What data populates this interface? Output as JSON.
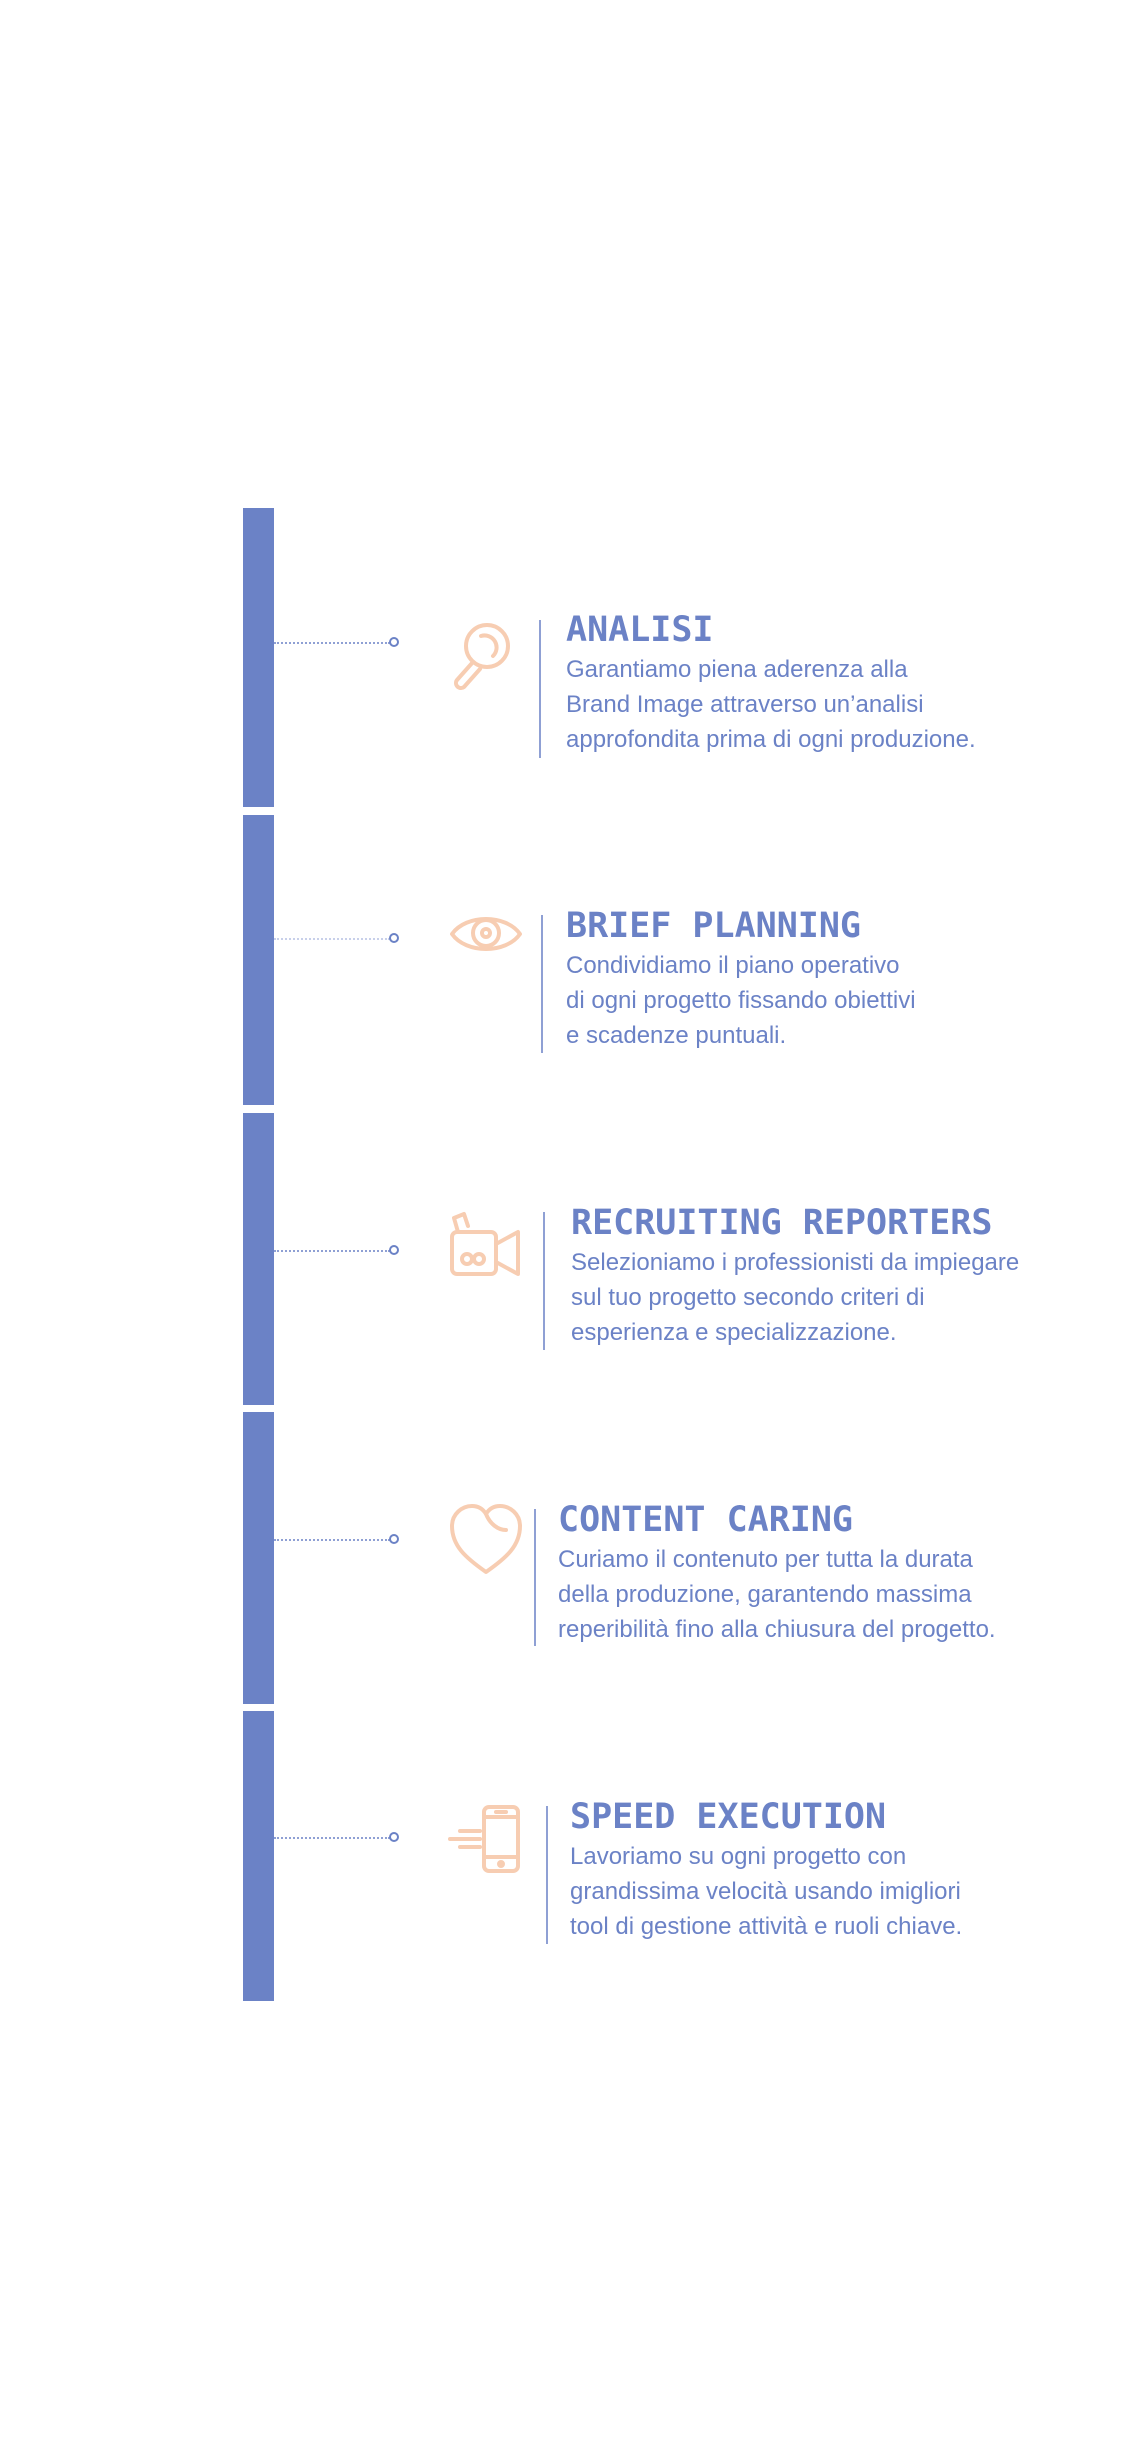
{
  "colors": {
    "bar": "#6b82c6",
    "text": "#6b82c6",
    "icon": "#f7cdb2",
    "connector": "#8fa0d4"
  },
  "steps": [
    {
      "icon": "magnifier-icon",
      "title": "ANALISI",
      "lines": [
        "Garantiamo piena aderenza alla",
        "Brand Image attraverso un’analisi",
        "approfondita prima di ogni produzione."
      ]
    },
    {
      "icon": "eye-icon",
      "title": "BRIEF PLANNING",
      "lines": [
        "Condividiamo il piano operativo",
        "di ogni progetto fissando obiettivi",
        "e scadenze puntuali."
      ]
    },
    {
      "icon": "video-camera-icon",
      "title": "RECRUITING REPORTERS",
      "lines": [
        "Selezioniamo i professionisti da impiegare",
        "sul tuo progetto secondo criteri di",
        "esperienza e specializzazione."
      ]
    },
    {
      "icon": "heart-icon",
      "title": "CONTENT CARING",
      "lines": [
        "Curiamo il contenuto per tutta la durata",
        "della produzione, garantendo massima",
        "reperibilità fino alla chiusura del progetto."
      ]
    },
    {
      "icon": "mobile-speed-icon",
      "title": "SPEED EXECUTION",
      "lines": [
        "Lavoriamo su ogni progetto con",
        "grandissima velocità usando imigliori",
        "tool di gestione attività e ruoli chiave."
      ]
    }
  ]
}
